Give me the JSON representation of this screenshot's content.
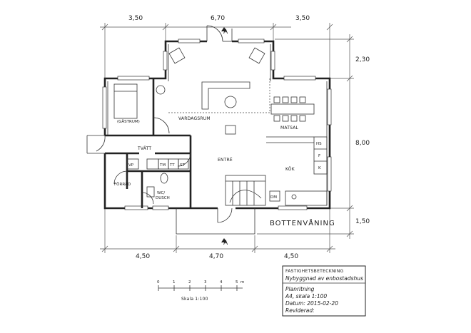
{
  "plan_title": "BOTTENVÅNING",
  "dimensions": {
    "top": [
      "3,50",
      "6,70",
      "3,50"
    ],
    "bottom": [
      "4,50",
      "4,70",
      "4,50"
    ],
    "right": [
      "2,30",
      "8,00",
      "1,50"
    ]
  },
  "section_marker": "A",
  "rooms": {
    "vardagsrum": "VARDAGSRUM",
    "matsal": "MATSAL",
    "tvatt": "TVÄTT",
    "entre": "ENTRÉ",
    "kok": "KÖK",
    "forrad": "FÖRRÅD",
    "wc": "WC/",
    "dusch": "DUSCH",
    "gastrum": "(GÄSTRUM)"
  },
  "appliances": {
    "vp": "VP",
    "tm": "TM",
    "tt": "TT",
    "st": "ST",
    "hs": "HS",
    "f": "F",
    "k": "K",
    "dm": "DM"
  },
  "scale": {
    "ticks": [
      "0",
      "1",
      "2",
      "3",
      "4",
      "5"
    ],
    "unit": "m",
    "label": "Skala 1:100"
  },
  "title_block": {
    "heading": "FASTIGHETSBETECKNING",
    "project": "Nybyggnad av enbostadshus",
    "drawing": "Planritning",
    "format": "A4, skala 1:100",
    "date": "Datum: 2015-02-20",
    "revised": "Reviderad:"
  }
}
